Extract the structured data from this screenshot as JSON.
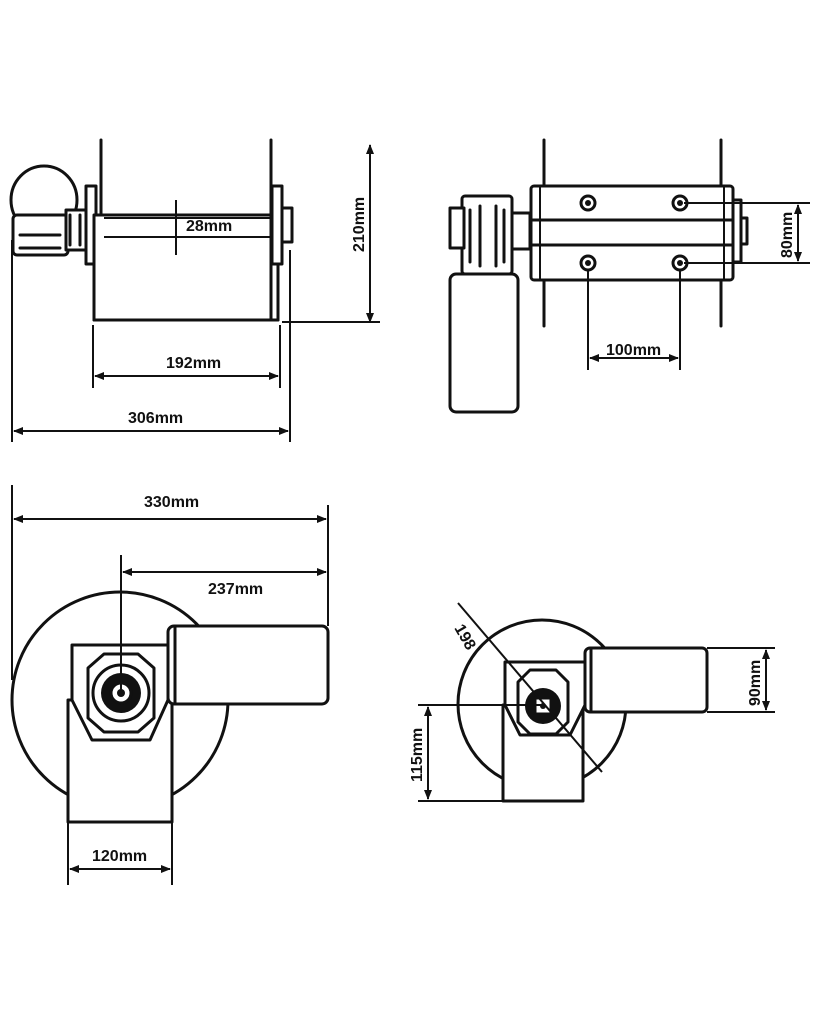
{
  "dimensions": {
    "side_view": {
      "shaft_width": "28mm",
      "drum_width": "192mm",
      "overall_width": "306mm",
      "height": "210mm"
    },
    "top_view": {
      "hole_spacing_vertical": "80mm",
      "hole_spacing_horizontal": "100mm"
    },
    "front_view_large": {
      "overall_width": "330mm",
      "shaft_to_motor_end": "237mm",
      "base_width": "120mm"
    },
    "front_view_small": {
      "diameter": "198",
      "motor_height": "90mm",
      "shaft_height": "115mm"
    }
  }
}
